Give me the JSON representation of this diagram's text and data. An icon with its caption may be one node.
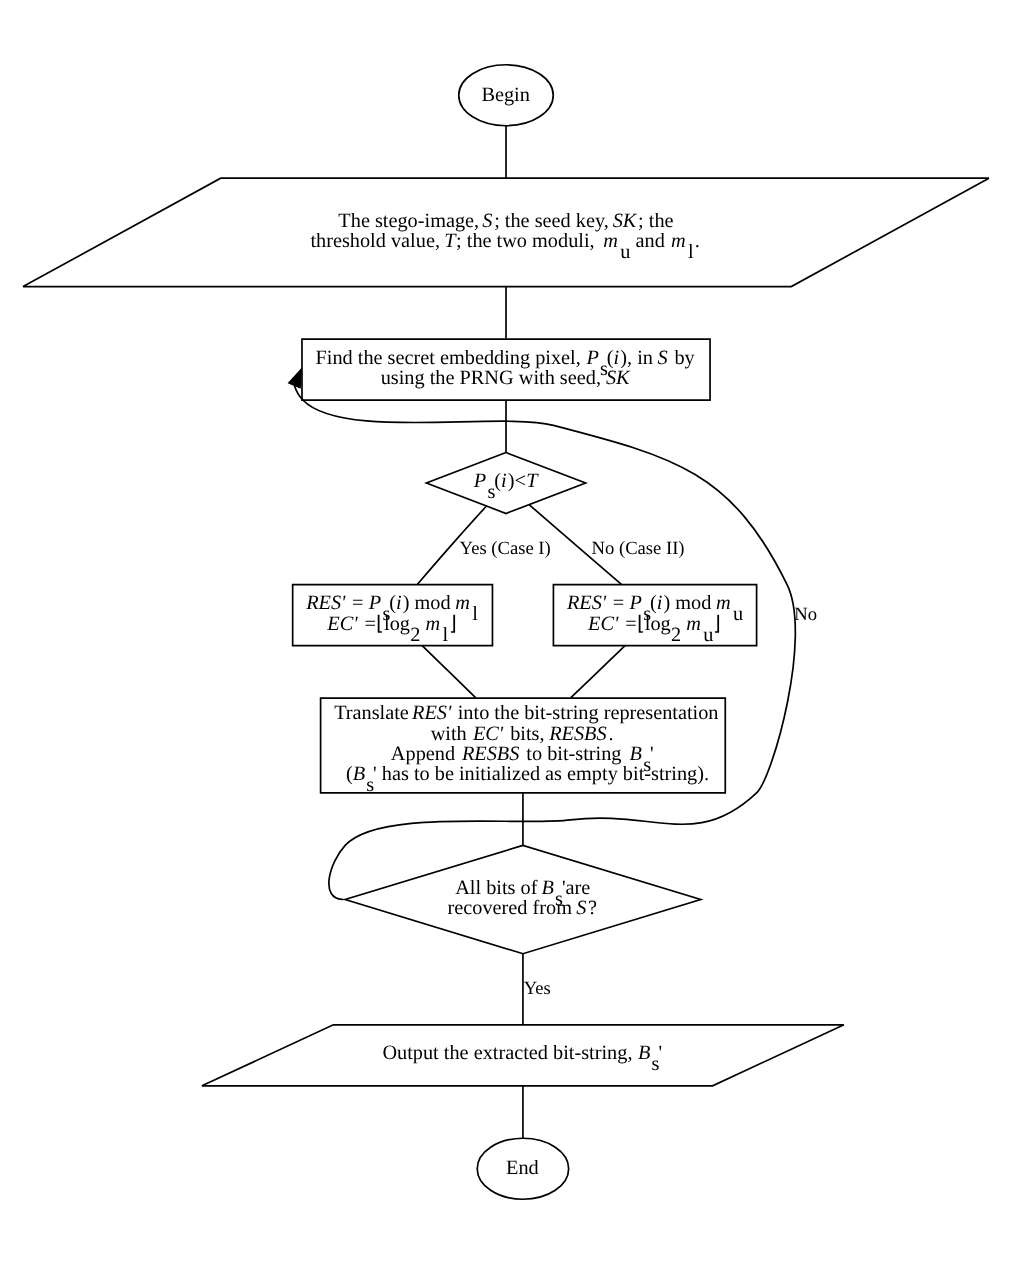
{
  "diagram": {
    "nodes": [
      {
        "text": [
          "Begin"
        ]
      },
      {
        "text": [
          "The stego-image, *S*; the seed key, *SK*; the threshold value, *T*; the two moduli, *m*$_{u}$ and *m*$_{l}$."
        ]
      },
      {
        "text": [
          "Find the secret embedding pixel, *P*$_{s}$(*i*), in *S* by using the PRNG with seed, *SK*"
        ]
      },
      {
        "text": [
          "*P*$_{s}$(*i*)<*T*"
        ]
      },
      {
        "text": [
          "*RES'* = *P*$_{s}$(*i*) mod *m*$_{l}$",
          "*EC'* =⌊log$_{2}$ *m*$_{l}$⌋"
        ]
      },
      {
        "text": [
          "*RES'* = *P*$_{s}$(*i*) mod *m*$_{u}$",
          "*EC'* =⌊log$_{2}$ *m*$_{u}$⌋"
        ]
      },
      {
        "text": [
          "Translate *RES'* into the bit-string representation with *EC'* bits, *RESBS*.",
          "Append *RESBS* to bit-string *B*$_{s}$'",
          "(*B*$_{s}$' has to be initialized as empty bit-string)."
        ]
      },
      {
        "text": [
          "All bits of *B*$_{s}$'are recovered from *S*?"
        ]
      },
      {
        "text": [
          "Output the extracted bit-string, *B*$_{s}$'"
        ]
      },
      {
        "text": [
          "End"
        ]
      }
    ],
    "edges": [
      {
        "from": 0,
        "to": 1,
        "arrow": "none"
      },
      {
        "from": 1,
        "to": 2,
        "arrow": "none"
      },
      {
        "from": 2,
        "to": 3,
        "arrow": "none"
      },
      {
        "from": 3,
        "to": 4,
        "arrow": "none",
        "label": "Yes (Case I)"
      },
      {
        "from": 3,
        "to": 5,
        "arrow": "none",
        "label": "No (Case II)"
      },
      {
        "from": 4,
        "to": 6,
        "arrow": "none"
      },
      {
        "from": 5,
        "to": 6,
        "arrow": "none"
      },
      {
        "from": 6,
        "to": 7,
        "arrow": "none"
      },
      {
        "from": 7,
        "to": 2,
        "arrow": "to",
        "label": "No"
      },
      {
        "from": 7,
        "to": 8,
        "arrow": "none",
        "label": "Yes"
      },
      {
        "from": 8,
        "to": 9,
        "arrow": "none"
      }
    ]
  }
}
